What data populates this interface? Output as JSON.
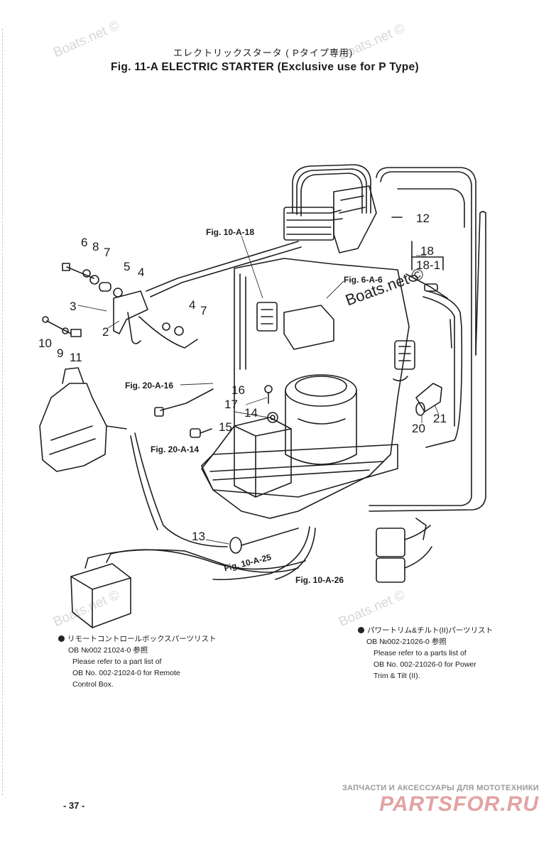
{
  "watermarks": [
    "Boats.net ©",
    "Boats.net ©",
    "Boats.net ©",
    "Boats.net ©"
  ],
  "header": {
    "title_jp": "エレクトリックスタータ ( Pタイプ専用)",
    "title_en": "Fig. 11-A   ELECTRIC STARTER (Exclusive use for P Type)"
  },
  "stamp": "Boats.net ©",
  "part_numbers": [
    "6",
    "8",
    "7",
    "5",
    "4",
    "3",
    "2",
    "4",
    "7",
    "10",
    "9",
    "11",
    "12",
    "18",
    "18-1",
    "16",
    "17",
    "14",
    "15",
    "13",
    "20",
    "21"
  ],
  "fig_refs": [
    "Fig. 10-A-18",
    "Fig. 6-A-6",
    "Fig. 20-A-16",
    "Fig. 20-A-14",
    "Fig. 10-A-25",
    "Fig. 10-A-26"
  ],
  "notes": {
    "left": {
      "jp": "リモートコントロールボックスパーツリスト",
      "ref_jp": "OB №002  21024-0 参照",
      "en_1": "Please refer to a part list of",
      "en_2": "OB No. 002-21024-0 for Remote",
      "en_3": "Control Box."
    },
    "right": {
      "jp": "パワートリム&チルト(II)パーツリスト",
      "ref_jp": "OB №002-21026-0 参照",
      "en_1": "Please refer to a parts list of",
      "en_2": "OB No. 002-21026-0 for Power",
      "en_3": "Trim & Tilt (II)."
    }
  },
  "page_number": "- 37 -",
  "footer": {
    "shop_line": "ЗАПЧАСТИ И АКСЕССУАРЫ ДЛЯ МОТОТЕХНИКИ",
    "shop_logo": "PARTSFOR.RU"
  }
}
